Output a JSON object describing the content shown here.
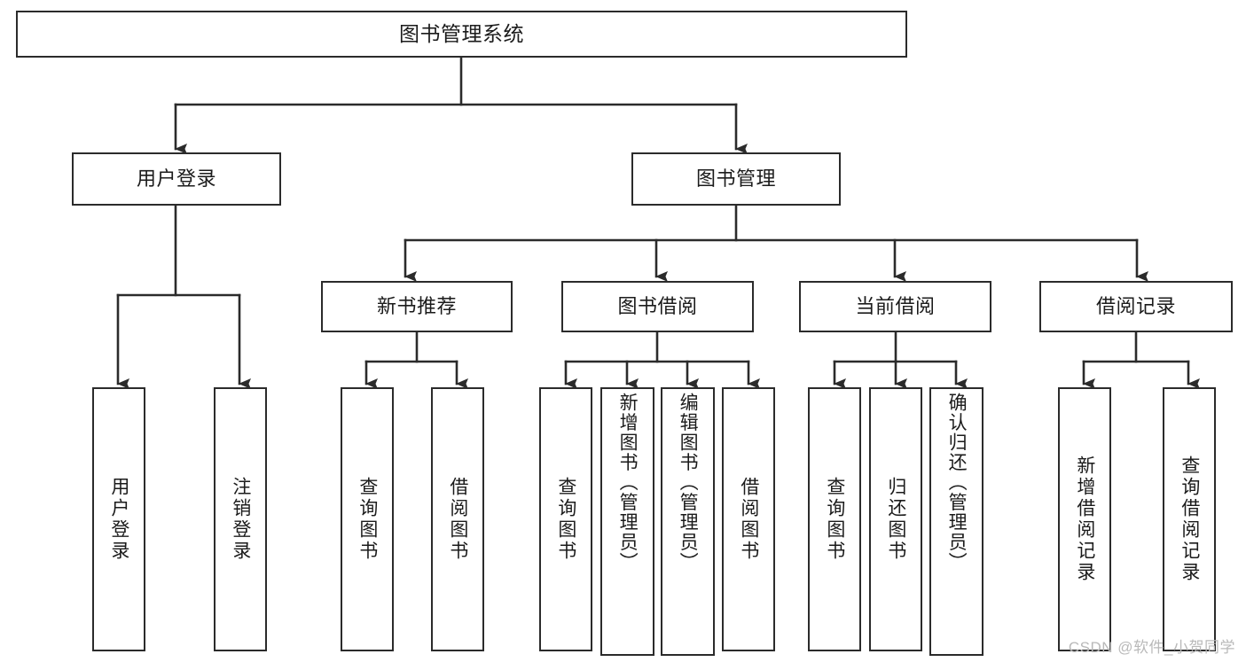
{
  "diagram": {
    "title": "图书管理系统",
    "type": "hierarchy-tree",
    "watermark": "CSDN @软件_小贺同学",
    "colors": {
      "stroke": "#2b2b2b",
      "fill": "#ffffff",
      "text": "#1b1b1b",
      "watermark": "#b9b9b9"
    }
  },
  "nodes": {
    "root": {
      "label": "图书管理系统"
    },
    "level2": [
      {
        "id": "user-login",
        "label": "用户登录"
      },
      {
        "id": "book-manage",
        "label": "图书管理"
      }
    ],
    "level3": [
      {
        "id": "new-book-recommend",
        "label": "新书推荐"
      },
      {
        "id": "book-borrow",
        "label": "图书借阅"
      },
      {
        "id": "current-borrow",
        "label": "当前借阅"
      },
      {
        "id": "borrow-record",
        "label": "借阅记录"
      }
    ],
    "leaves": {
      "user-login": [
        {
          "id": "leaf-user-login",
          "label": "用户登录"
        },
        {
          "id": "leaf-logout",
          "label": "注销登录"
        }
      ],
      "new-book-recommend": [
        {
          "id": "leaf-query-book-1",
          "label": "查询图书"
        },
        {
          "id": "leaf-borrow-book-1",
          "label": "借阅图书"
        }
      ],
      "book-borrow": [
        {
          "id": "leaf-query-book-2",
          "label": "查询图书"
        },
        {
          "id": "leaf-add-book",
          "label": "新增图书（管理员）"
        },
        {
          "id": "leaf-edit-book",
          "label": "编辑图书（管理员）"
        },
        {
          "id": "leaf-borrow-book-2",
          "label": "借阅图书"
        }
      ],
      "current-borrow": [
        {
          "id": "leaf-query-book-3",
          "label": "查询图书"
        },
        {
          "id": "leaf-return-book",
          "label": "归还图书"
        },
        {
          "id": "leaf-confirm-return",
          "label": "确认归还（管理员）"
        }
      ],
      "borrow-record": [
        {
          "id": "leaf-add-record",
          "label": "新增借阅记录"
        },
        {
          "id": "leaf-query-record",
          "label": "查询借阅记录"
        }
      ]
    }
  }
}
